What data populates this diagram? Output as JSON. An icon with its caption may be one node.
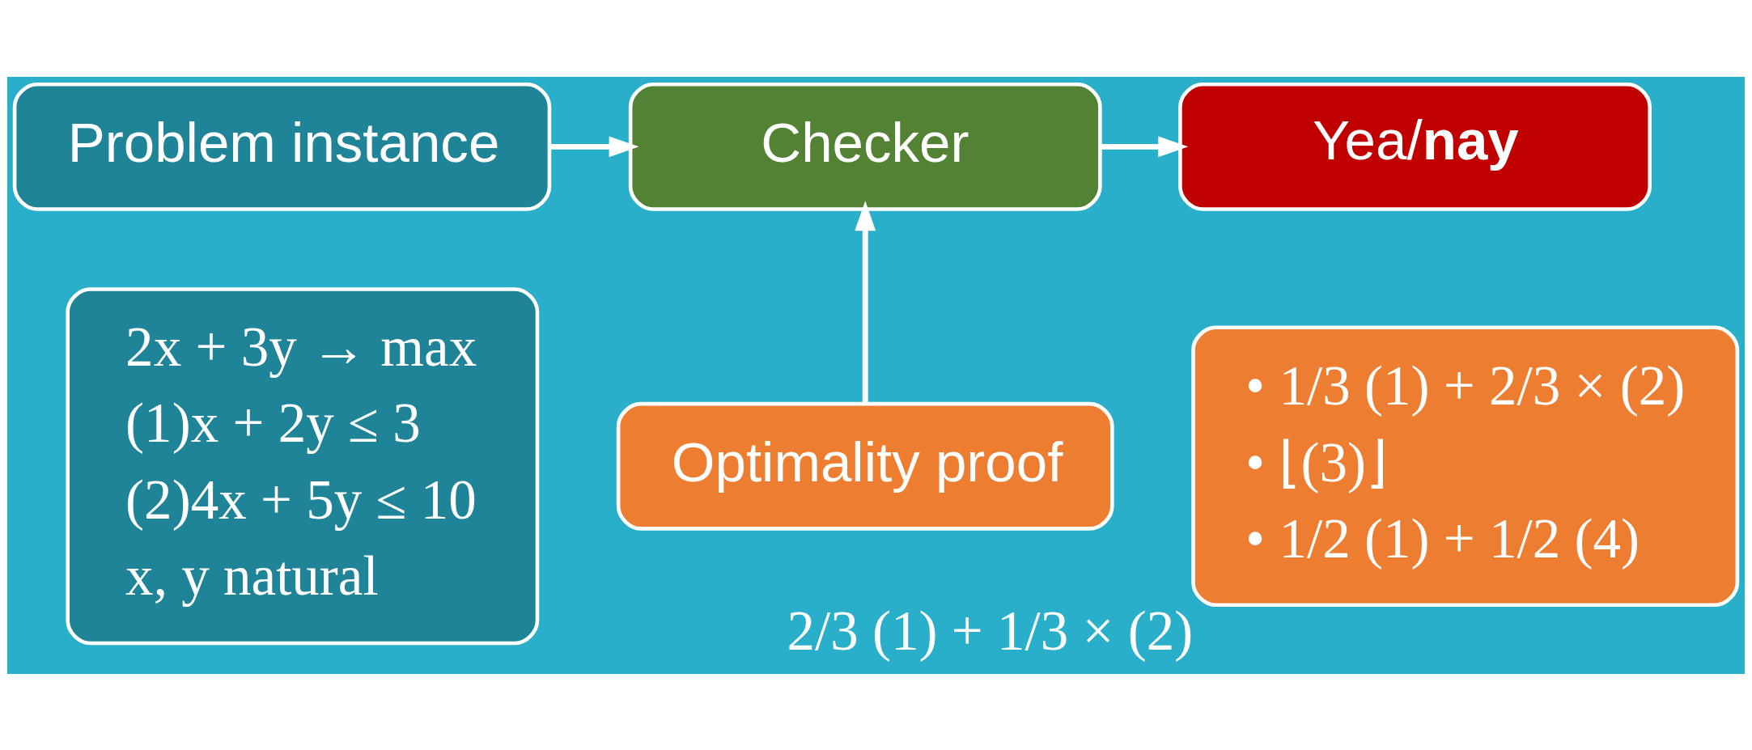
{
  "diagram": {
    "nodes": [
      {
        "text": [
          "Problem instance"
        ]
      },
      {
        "text": [
          "Checker"
        ]
      },
      {
        "text": [
          "Yea/**nay**"
        ]
      },
      {
        "text": [
          "Optimality proof"
        ]
      },
      {
        "text": [
          "2x + 3y → max",
          "(1)x + 2y ≤ 3",
          "(2)4x + 5y ≤ 10",
          "x, y natural"
        ]
      },
      {
        "text": [
          "• 1/3 (1) + 2/3 × (2)",
          "• ⌊(3)⌋",
          "• 1/2 (1) + 1/2 (4)"
        ],
        "beside": [
          "2/3 (1) + 1/3 × (2)"
        ]
      }
    ],
    "edges": [
      {
        "from": 0,
        "to": 1,
        "arrow": "to"
      },
      {
        "from": 1,
        "to": 2,
        "arrow": "to"
      },
      {
        "from": 3,
        "to": 1,
        "arrow": "to"
      }
    ]
  }
}
